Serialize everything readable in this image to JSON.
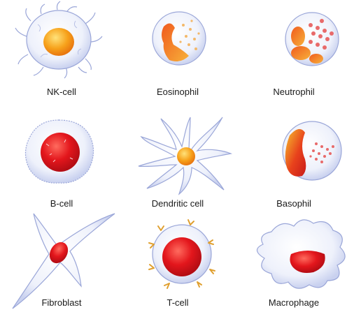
{
  "cells": [
    {
      "label": "NK-cell",
      "icon": "nk-cell-icon"
    },
    {
      "label": "Eosinophil",
      "icon": "eosinophil-icon"
    },
    {
      "label": "Neutrophil",
      "icon": "neutrophil-icon"
    },
    {
      "label": "B-cell",
      "icon": "b-cell-icon"
    },
    {
      "label": "Dendritic cell",
      "icon": "dendritic-cell-icon"
    },
    {
      "label": "Basophil",
      "icon": "basophil-icon"
    },
    {
      "label": "Fibroblast",
      "icon": "fibroblast-icon"
    },
    {
      "label": "T-cell",
      "icon": "t-cell-icon"
    },
    {
      "label": "Macrophage",
      "icon": "macrophage-icon"
    }
  ],
  "colors": {
    "membrane": "#e8ecfa",
    "outline": "#9aa6d8",
    "orange": "#f39a1e",
    "red": "#d9141c",
    "granule": "#e86a6a"
  }
}
